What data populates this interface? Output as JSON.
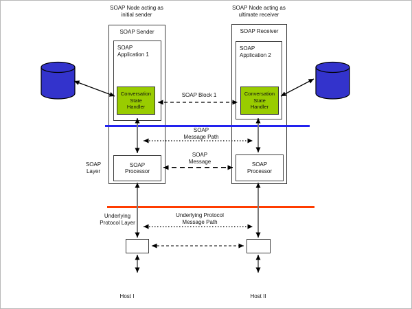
{
  "colors": {
    "handler_green": "#99cc00",
    "cylinder_blue": "#3333cc",
    "soap_layer_line": "#2222ee",
    "underlying_layer_line": "#ff3c00"
  },
  "headers": {
    "left": "SOAP Node acting as\ninitial sender",
    "right": "SOAP Node acting as\nultimate receiver"
  },
  "sender": {
    "title": "SOAP Sender",
    "app": "SOAP\nApplication 1",
    "handler": "Conversation\nState\nHandler",
    "processor": "SOAP\nProcessor"
  },
  "receiver": {
    "title": "SOAP Receiver",
    "app": "SOAP\nApplication 2",
    "handler": "Conversation\nState\nHandler",
    "processor": "SOAP\nProcessor"
  },
  "messages": {
    "soap_block": "SOAP Block 1",
    "soap_message_path": "SOAP\nMessage Path",
    "soap_message": "SOAP\nMessage",
    "underlying_message_path": "Underlying Protocol\nMessage Path"
  },
  "layers": {
    "soap": "SOAP\nLayer",
    "underlying": "Underlying\nProtocol Layer"
  },
  "hosts": {
    "left": "Host I",
    "right": "Host II"
  }
}
